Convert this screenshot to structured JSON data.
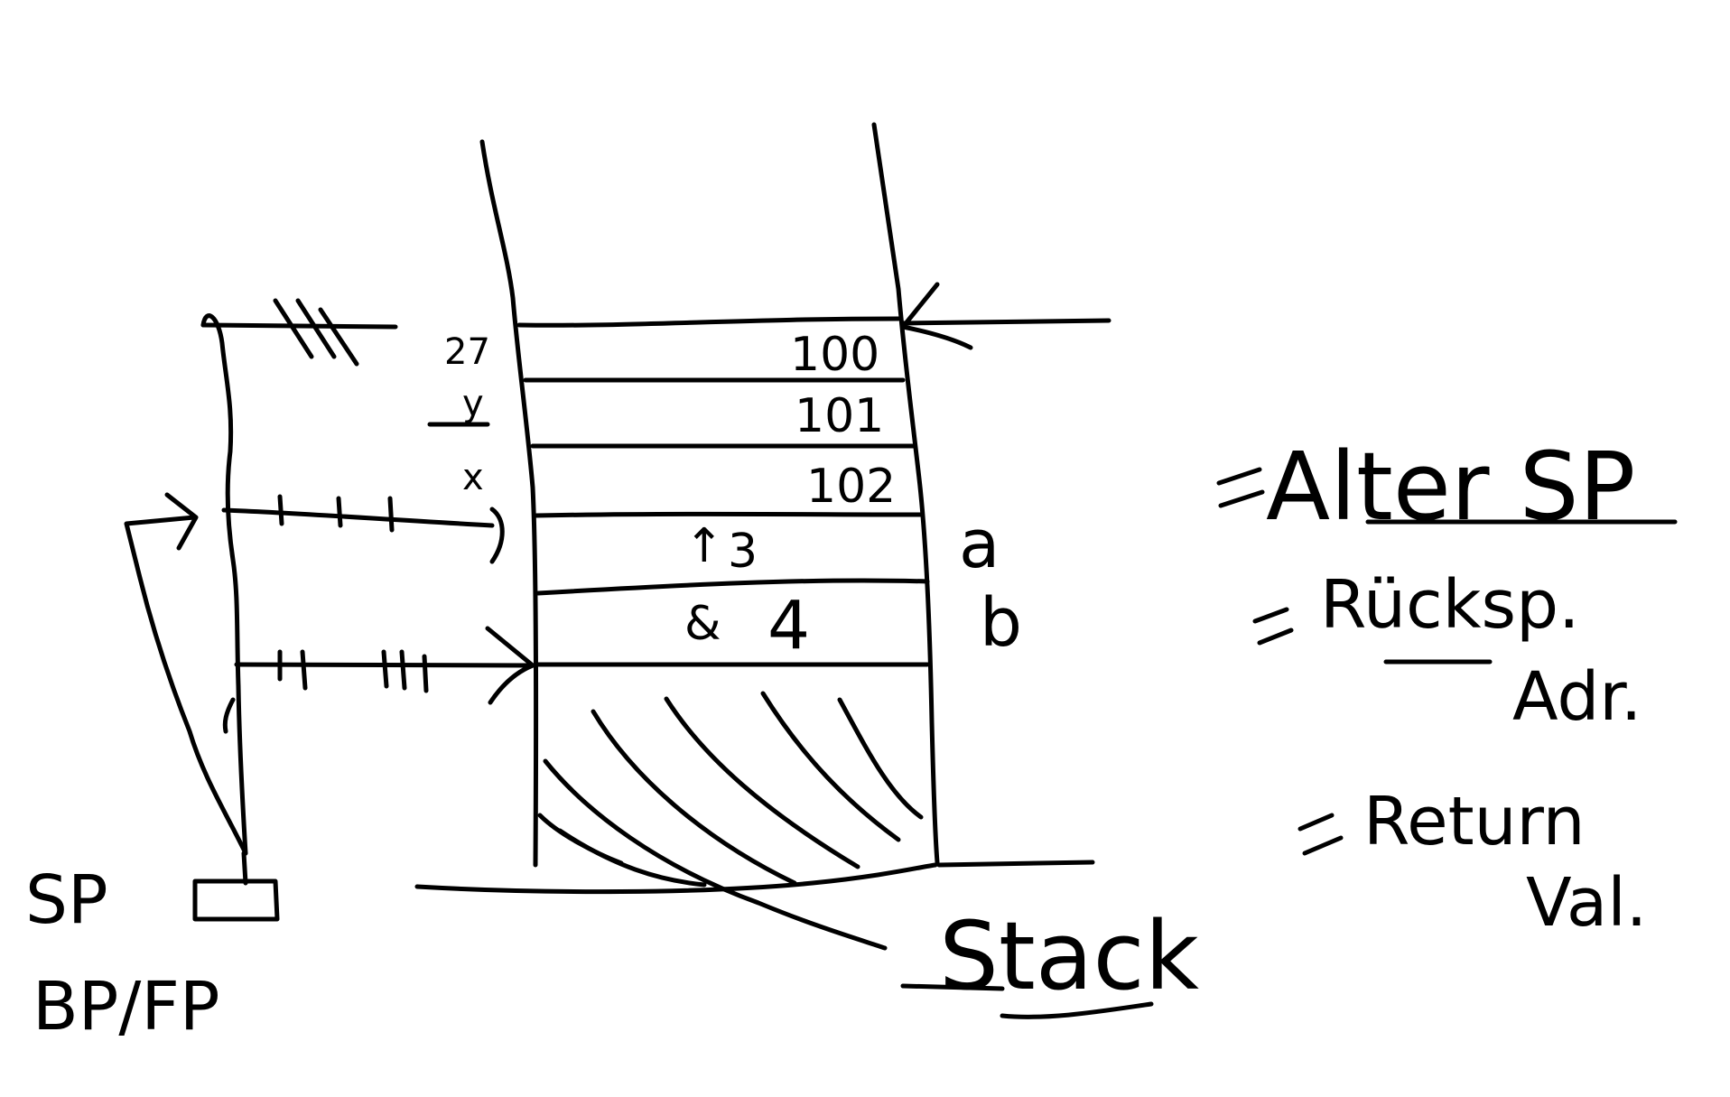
{
  "diagram": {
    "title": "Stack",
    "stack_cells": {
      "addresses": [
        "100",
        "101",
        "102"
      ],
      "values": [
        "3",
        "4"
      ],
      "value_markers": [
        "↑",
        "&"
      ],
      "left_labels": [
        "27",
        "y",
        "x"
      ],
      "right_labels": [
        "a",
        "b"
      ]
    },
    "pointer_labels": {
      "sp": "SP",
      "bp_fp": "BP/FP"
    },
    "legend": [
      {
        "text": "=Alter SP"
      },
      {
        "text": "= Rücksp. Adr."
      },
      {
        "text": "= Return Val."
      }
    ],
    "legend_lines": {
      "alter_sp": "Alter SP",
      "ruecksp": "Rücksp.",
      "adr": "Adr.",
      "return": "Return",
      "val": "Val."
    },
    "ink_color": "#000000",
    "background_color": "#ffffff"
  }
}
